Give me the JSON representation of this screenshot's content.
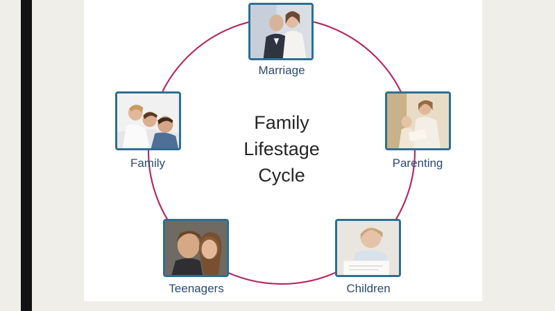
{
  "diagram": {
    "title_lines": [
      "Family",
      "Lifestage",
      "Cycle"
    ],
    "ring_color": "#b52a63",
    "frame_color": "#2b6f92",
    "label_color": "#2b4a73",
    "stages": [
      {
        "label": "Marriage",
        "icon": "wedding-couple-photo"
      },
      {
        "label": "Parenting",
        "icon": "parent-reading-photo"
      },
      {
        "label": "Children",
        "icon": "child-writing-photo"
      },
      {
        "label": "Teenagers",
        "icon": "teenagers-photo"
      },
      {
        "label": "Family",
        "icon": "family-group-photo"
      }
    ]
  }
}
